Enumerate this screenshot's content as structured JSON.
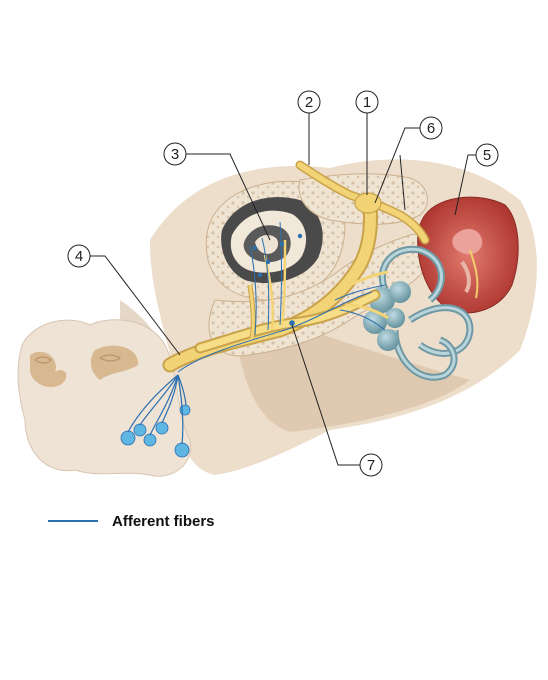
{
  "callouts": [
    "1",
    "2",
    "3",
    "4",
    "5",
    "6",
    "7"
  ],
  "legend": {
    "label": "Afferent fibers",
    "color": "#2a6fb0"
  },
  "colors": {
    "nerve": "#f0cf6a",
    "bone": "#e8d2b8",
    "membranous_labyrinth": "#8fb5bf",
    "tympanic_cavity": "#c9453b",
    "fibers": "#2a6fb0"
  }
}
